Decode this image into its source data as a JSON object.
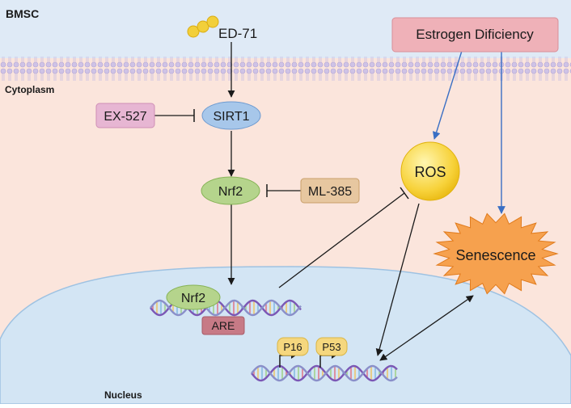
{
  "labels": {
    "cell": "BMSC",
    "cytoplasm": "Cytoplasm",
    "nucleus": "Nucleus"
  },
  "nodes": {
    "ed71": "ED-71",
    "sirt1": "SIRT1",
    "ex527": "EX-527",
    "nrf2": "Nrf2",
    "ml385": "ML-385",
    "nrf2_nuclear": "Nrf2",
    "are": "ARE",
    "p16": "P16",
    "p53": "P53",
    "ros": "ROS",
    "estrogen": "Estrogen Dificiency",
    "senescence": "Senescence"
  },
  "colors": {
    "extracellular": "#dfeaf6",
    "cytoplasm": "#fbe5dc",
    "nucleus": "#d3e5f4",
    "sirt1": "#a7c7ea",
    "nrf2": "#b5d48c",
    "inhibitor_pink": "#e7b6d3",
    "ml385": "#e7c7a0",
    "are": "#c77a86",
    "ros": "#f7d23a",
    "senescence": "#f6a14e",
    "estrogen_box": "#efb1b8",
    "blue_arrow": "#3a6fc4"
  }
}
